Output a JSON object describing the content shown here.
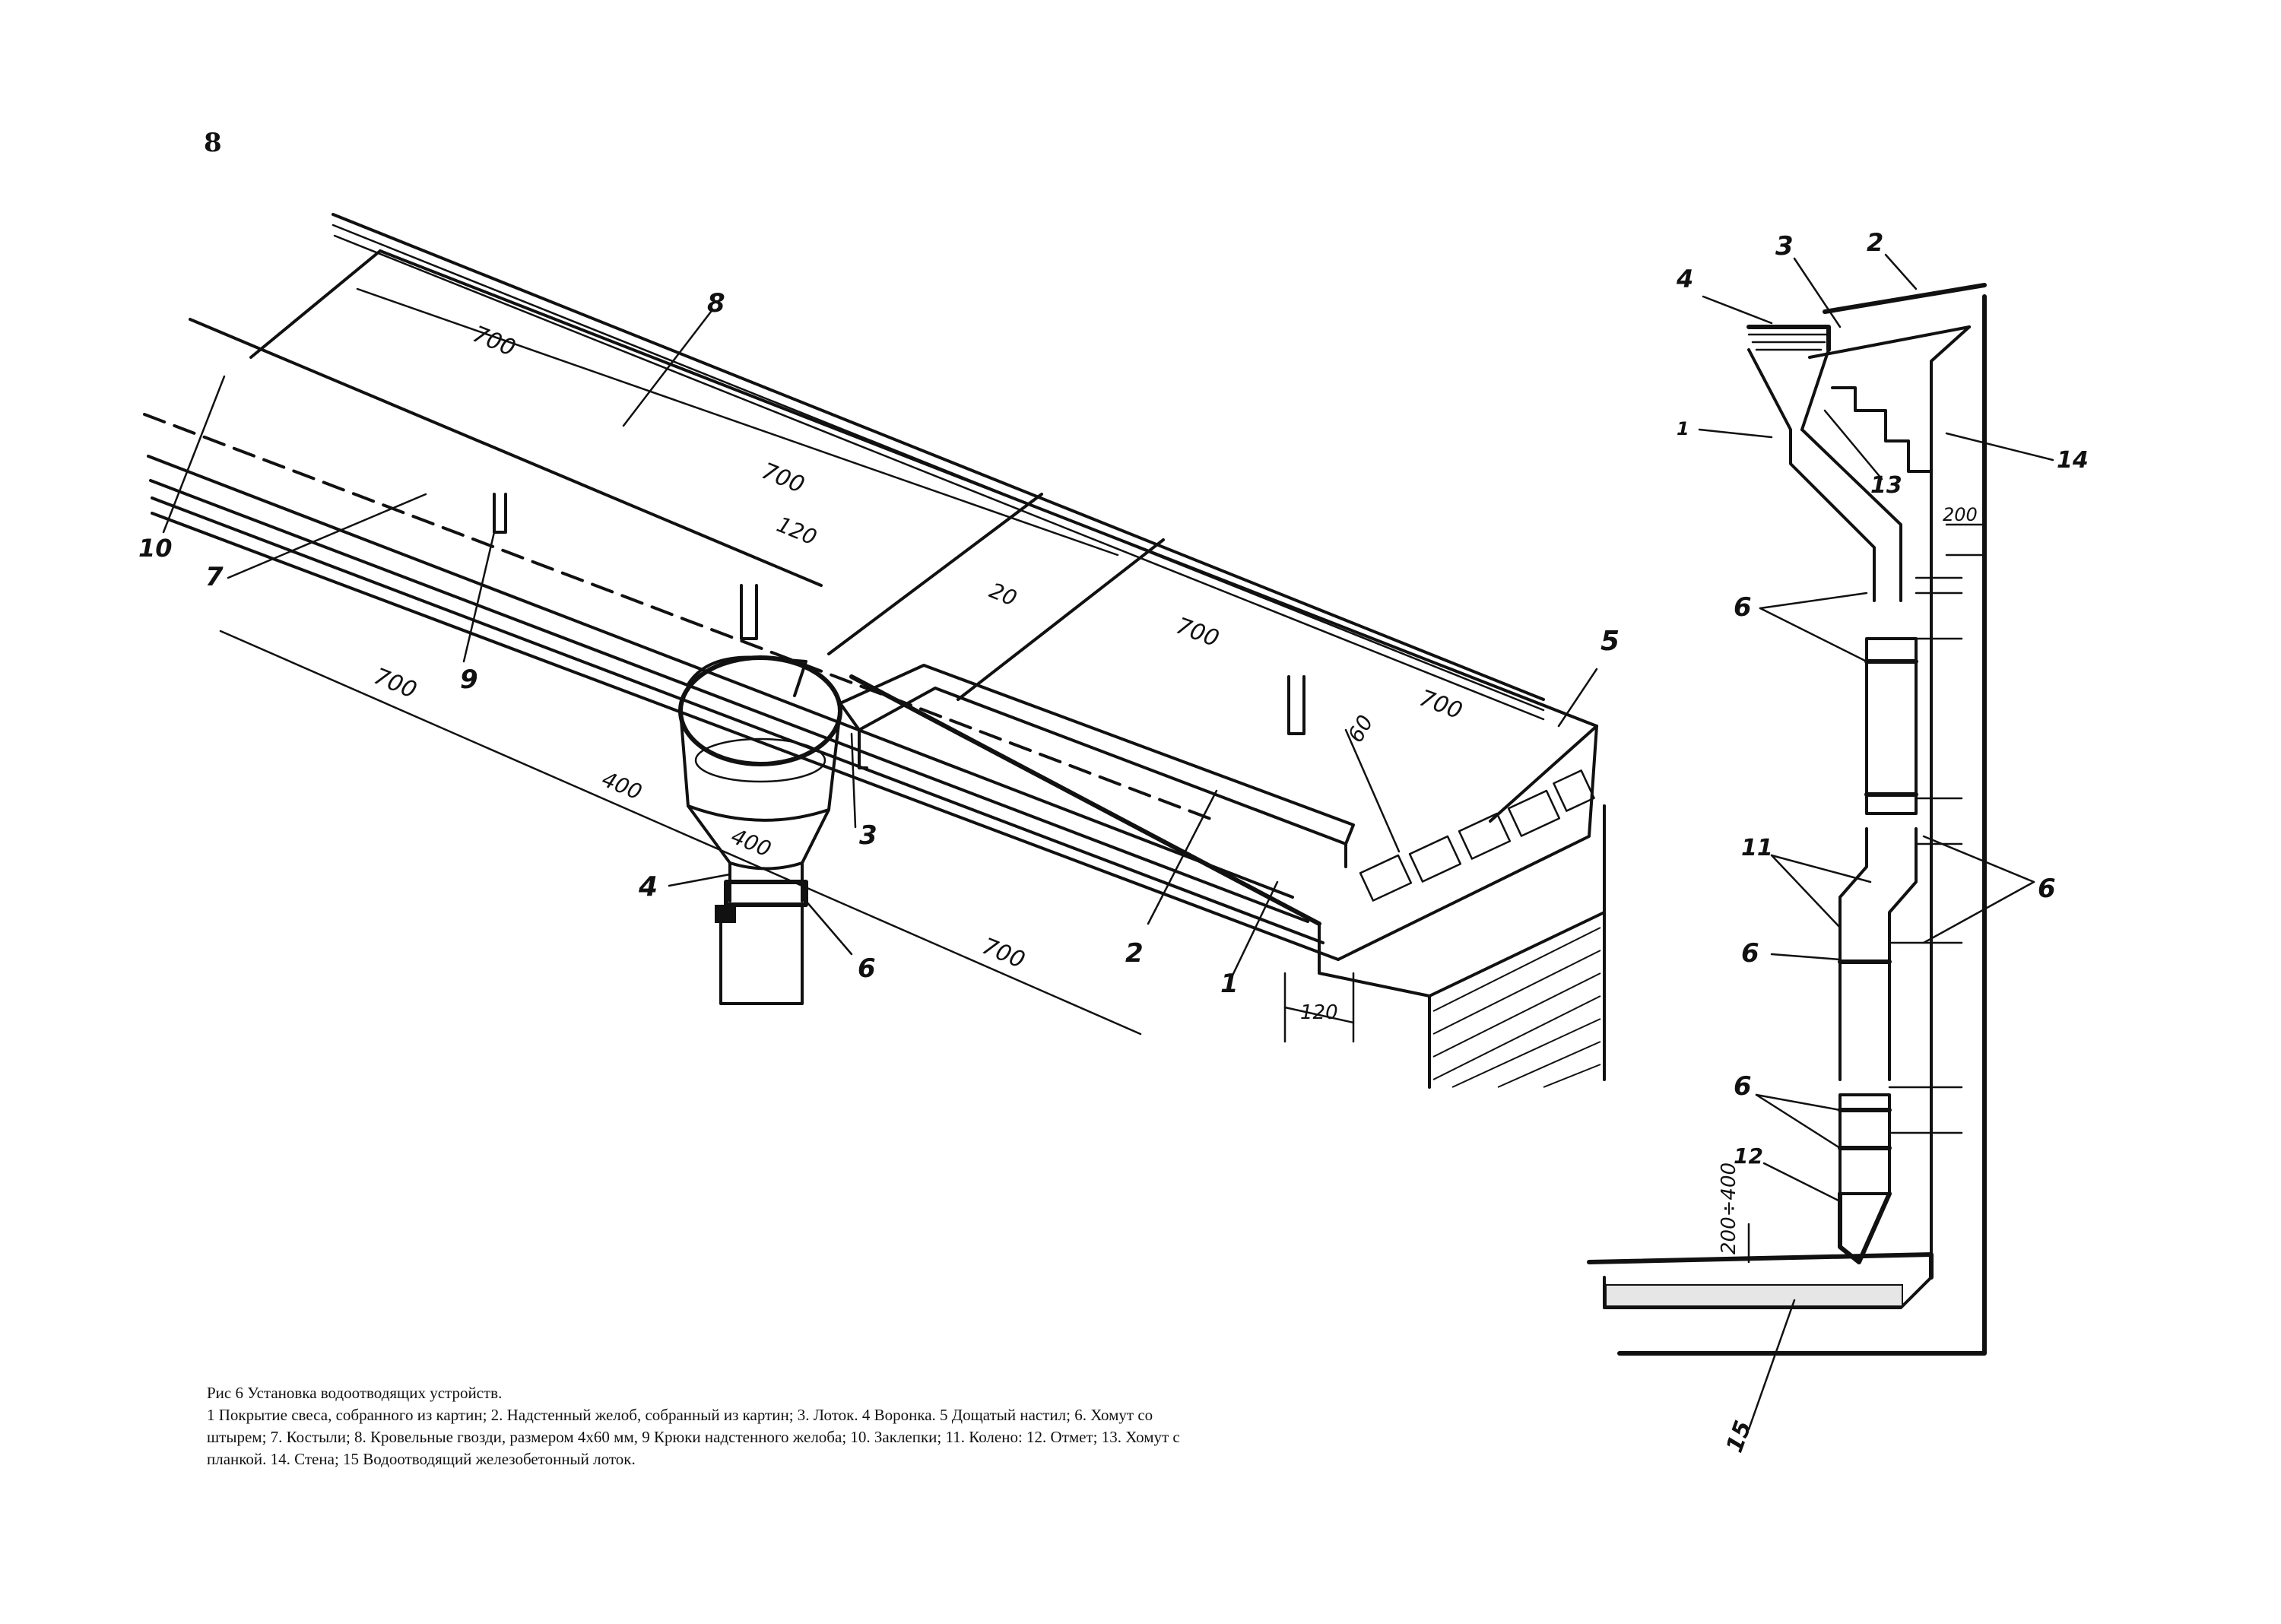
{
  "page_number": "8",
  "caption": {
    "title": "Рис 6 Установка водоотводящих устройств.",
    "body": "1 Покрытие свеса, собранного из картин; 2. Надстенный желоб, собранный из картин; 3. Лоток. 4 Воронка. 5 Дощатый настил; 6. Хомут со штырем; 7. Костыли; 8. Кровельные гвозди, размером 4х60 мм, 9 Крюки надстенного желоба; 10. Заклепки; 11. Колено: 12. Отмет; 13. Хомут с планкой. 14. Стена; 15 Водоотводящий железобетонный лоток."
  },
  "left_diagram": {
    "labels": {
      "l1": "1",
      "l2": "2",
      "l3": "3",
      "l4": "4",
      "l5": "5",
      "l6": "6",
      "l7": "7",
      "l8": "8",
      "l9": "9",
      "l10": "10"
    },
    "dimensions": {
      "d700a": "700",
      "d700b": "700",
      "d700c": "700",
      "d700d": "700",
      "d700e": "700",
      "d700f": "700",
      "d400a": "400",
      "d400b": "400",
      "d120a": "120",
      "d120b": "120",
      "d20": "20",
      "d60": "60"
    }
  },
  "right_diagram": {
    "labels": {
      "r2": "2",
      "r3": "3",
      "r4": "4",
      "r1": "1",
      "r13": "13",
      "r14": "14",
      "r6a": "6",
      "r6b": "6",
      "r6c": "6",
      "r6d": "6",
      "r11": "11",
      "r12": "12",
      "r15": "15"
    },
    "dimensions": {
      "d200": "200",
      "d200_400": "200÷400"
    }
  }
}
